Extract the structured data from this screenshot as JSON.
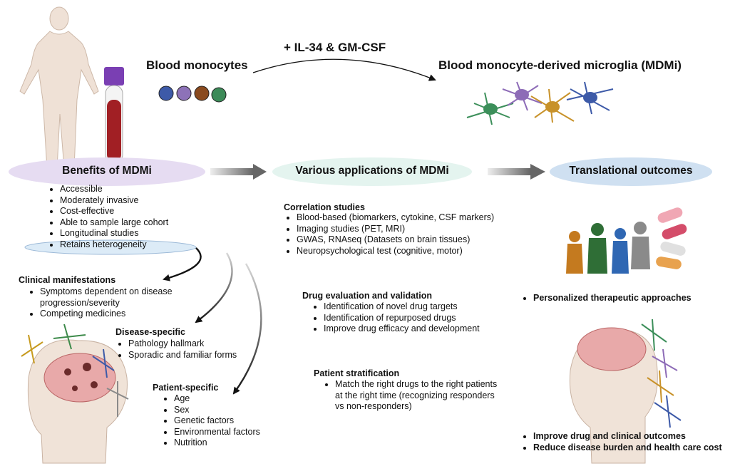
{
  "top": {
    "additive": "+ IL-34 & GM-CSF",
    "blood_monocytes": "Blood monocytes",
    "mdmi_title": "Blood monocyte-derived microglia (MDMi)"
  },
  "pills": {
    "benefits": "Benefits of  MDMi",
    "applications": "Various applications of  MDMi",
    "outcomes": "Translational outcomes"
  },
  "benefits_list": [
    "Accessible",
    "Moderately invasive",
    "Cost-effective",
    "Able to sample large cohort",
    "Longitudinal studies",
    "Retains heterogeneity"
  ],
  "clinical": {
    "title": "Clinical manifestations",
    "items": [
      "Symptoms dependent on disease progression/severity",
      "Competing medicines"
    ]
  },
  "disease": {
    "title": "Disease-specific",
    "items": [
      "Pathology hallmark",
      "Sporadic and familiar forms"
    ]
  },
  "patient": {
    "title": "Patient-specific",
    "items": [
      "Age",
      "Sex",
      "Genetic factors",
      "Environmental factors",
      "Nutrition"
    ]
  },
  "correlation": {
    "title": "Correlation studies",
    "items": [
      "Blood-based (biomarkers, cytokine, CSF markers)",
      "Imaging studies (PET, MRI)",
      "GWAS, RNAseq (Datasets on brain tissues)",
      "Neuropsychological test (cognitive, motor)"
    ]
  },
  "drug": {
    "title": "Drug evaluation and validation",
    "items": [
      "Identification of novel drug targets",
      "Identification of repurposed drugs",
      "Improve drug efficacy and development"
    ]
  },
  "stratification": {
    "title": "Patient stratification",
    "items": [
      "Match the right drugs to the right patients at the right time (recognizing responders vs non-responders)"
    ]
  },
  "outcomes_top": [
    "Personalized therapeutic approaches"
  ],
  "outcomes_bottom": [
    "Improve drug and clinical outcomes",
    "Reduce disease burden and health care cost"
  ],
  "icons": [
    "human-figure-icon",
    "blood-tube-icon",
    "monocyte-cells-icon",
    "microglia-cells-icon",
    "people-group-icon",
    "pills-icon",
    "brain-head-icon",
    "elder-head-icon"
  ],
  "colors": {
    "pill_lavender": "#e6dcf2",
    "pill_mint": "#e4f4ef",
    "pill_blue": "#cfe0f1",
    "arrow_gray": "#7a7a7a"
  }
}
